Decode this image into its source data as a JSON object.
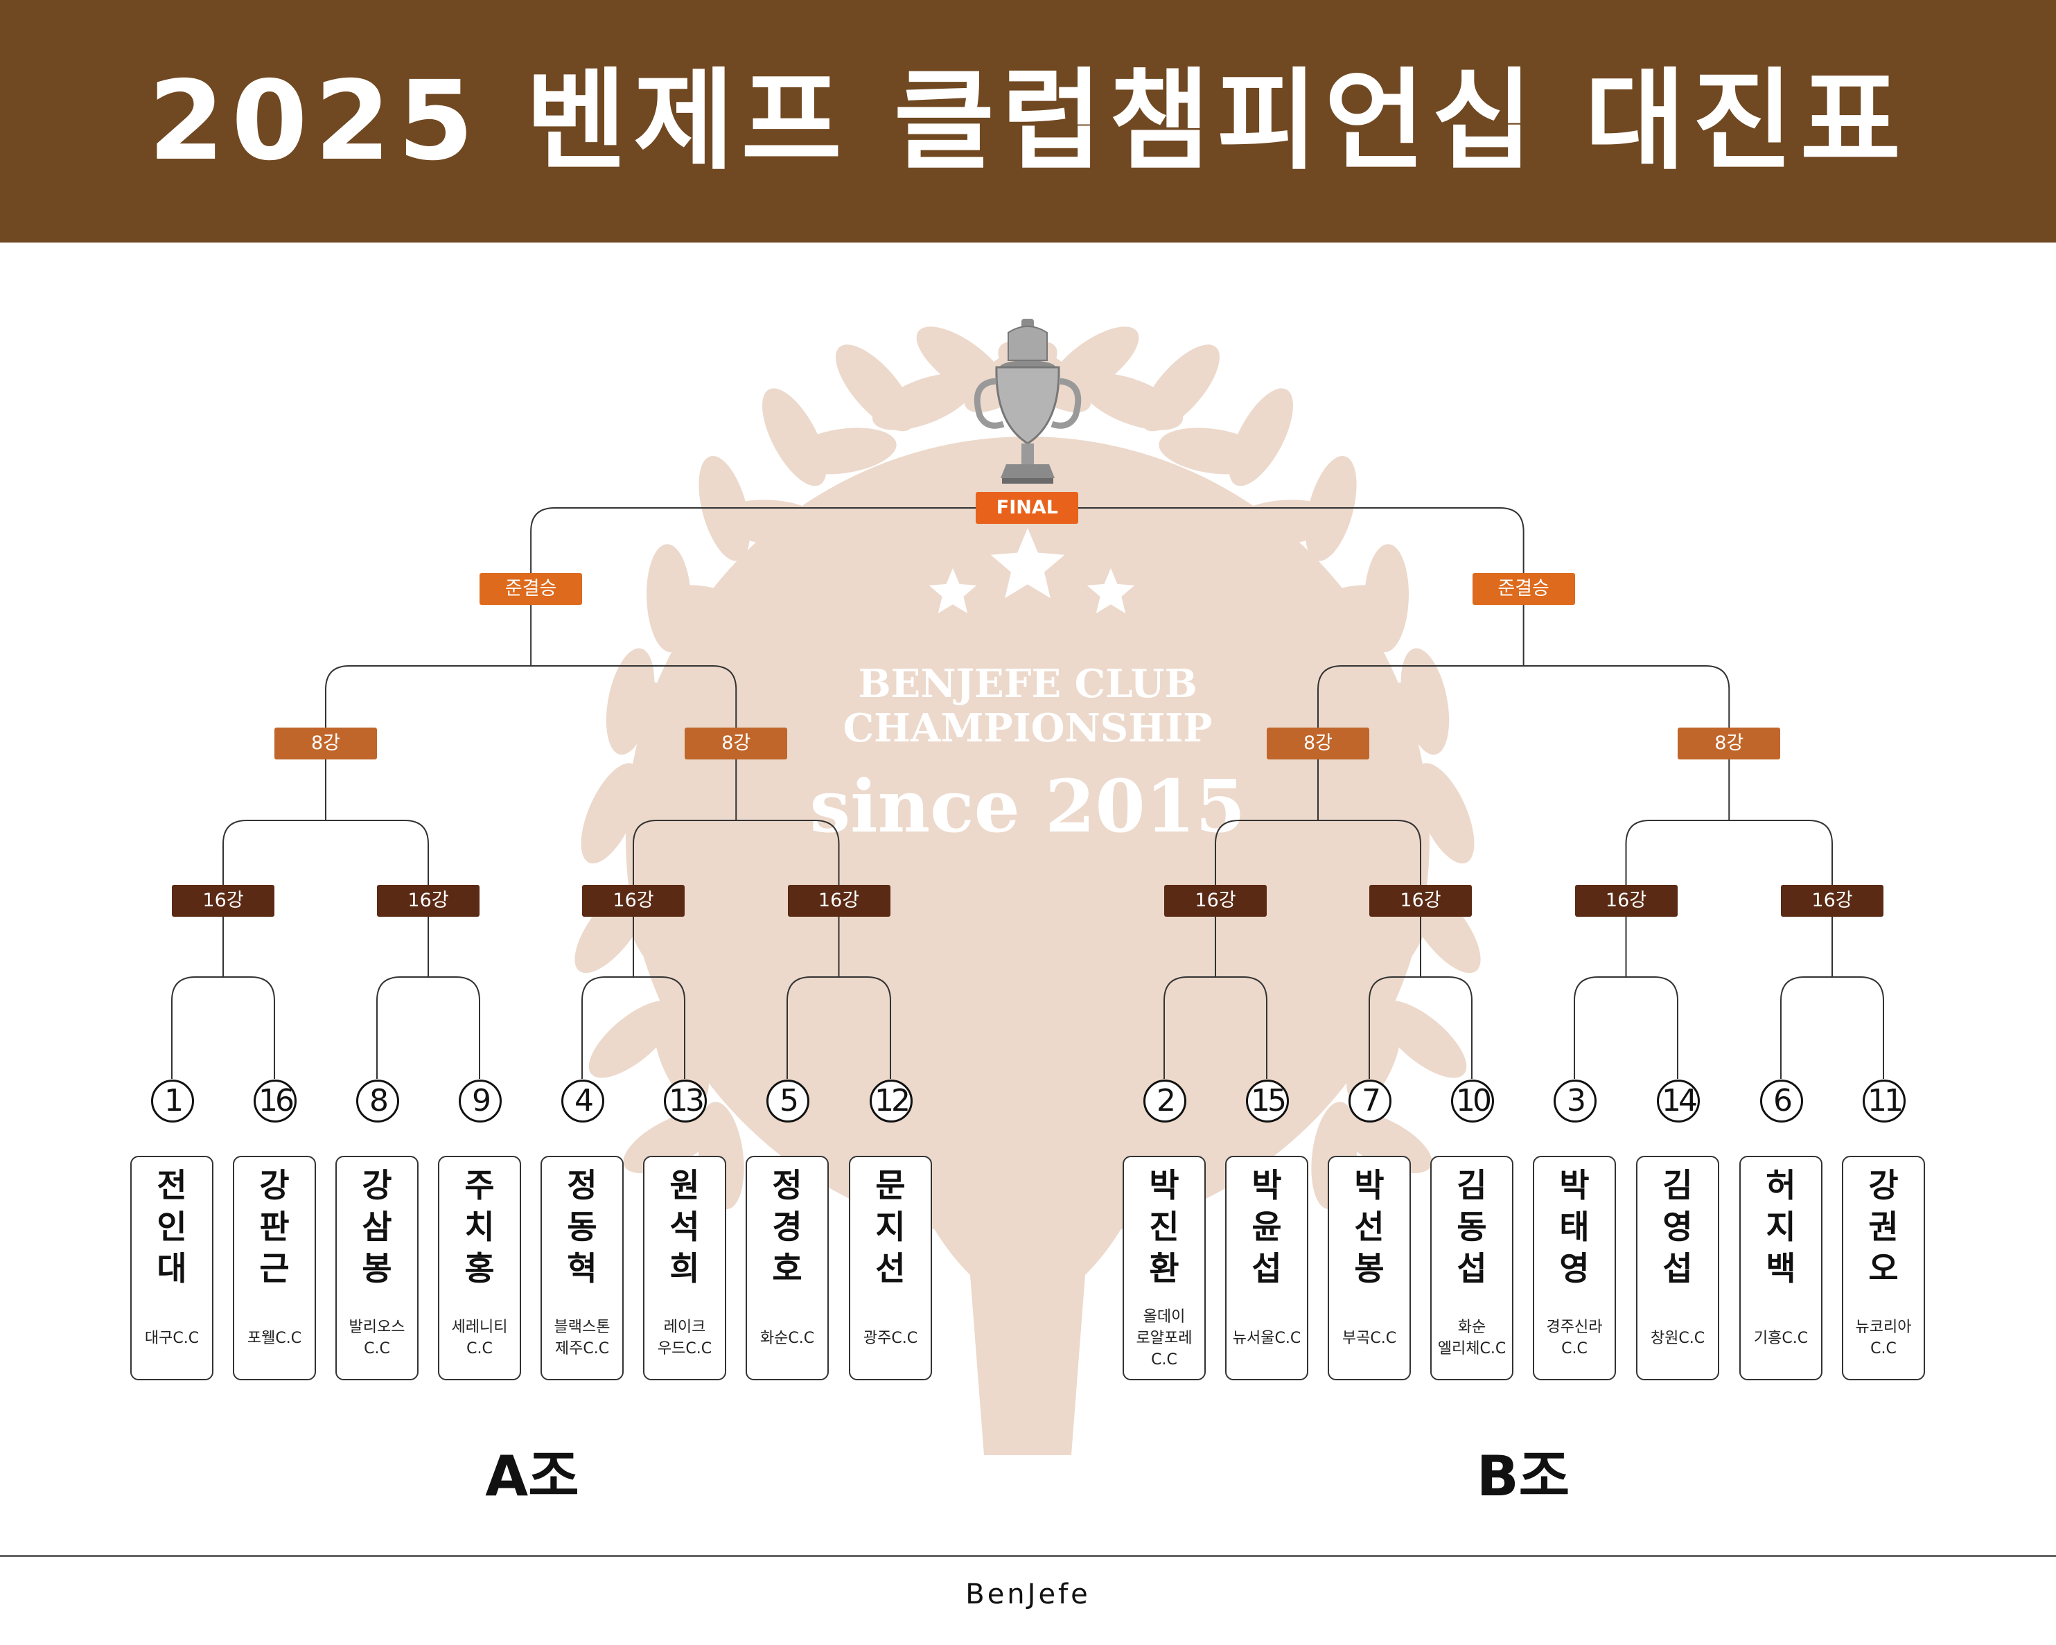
{
  "title": "2025 벤제프 클럽챔피언십 대진표",
  "watermark": {
    "line1": "BENJEFE CLUB",
    "line2": "CHAMPIONSHIP",
    "line3": "since 2015"
  },
  "rounds": {
    "final": "FINAL",
    "semi": "준결승",
    "quarter": "8강",
    "r16": "16강"
  },
  "groups": [
    {
      "name": "A조",
      "players": [
        {
          "seed": "1",
          "name": "전인대",
          "club": "대구C.C"
        },
        {
          "seed": "16",
          "name": "강판근",
          "club": "포웰C.C"
        },
        {
          "seed": "8",
          "name": "강삼봉",
          "club": "발리오스 C.C"
        },
        {
          "seed": "9",
          "name": "주치홍",
          "club": "세레니티 C.C"
        },
        {
          "seed": "4",
          "name": "정동혁",
          "club": "블랙스톤 제주C.C"
        },
        {
          "seed": "13",
          "name": "원석희",
          "club": "레이크 우드C.C"
        },
        {
          "seed": "5",
          "name": "정경호",
          "club": "화순C.C"
        },
        {
          "seed": "12",
          "name": "문지선",
          "club": "광주C.C"
        }
      ]
    },
    {
      "name": "B조",
      "players": [
        {
          "seed": "2",
          "name": "박진환",
          "club": "올데이 로얄포레 C.C"
        },
        {
          "seed": "15",
          "name": "박윤섭",
          "club": "뉴서울C.C"
        },
        {
          "seed": "7",
          "name": "박선봉",
          "club": "부곡C.C"
        },
        {
          "seed": "10",
          "name": "김동섭",
          "club": "화순 엘리체C.C"
        },
        {
          "seed": "3",
          "name": "박태영",
          "club": "경주신라 C.C"
        },
        {
          "seed": "14",
          "name": "김영섭",
          "club": "창원C.C"
        },
        {
          "seed": "6",
          "name": "허지백",
          "club": "기흥C.C"
        },
        {
          "seed": "11",
          "name": "강권오",
          "club": "뉴코리아 C.C"
        }
      ]
    }
  ],
  "footer": "BenJefe",
  "colors": {
    "header": "#704821",
    "final": "#e8621b",
    "semi": "#dd6a1d",
    "quarter": "#c0662a",
    "r16": "#5a2a14",
    "watermark": "#ecd9cb"
  }
}
